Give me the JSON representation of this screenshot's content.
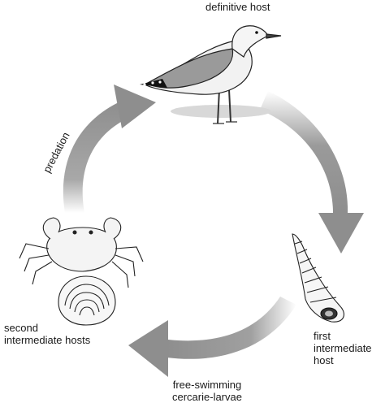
{
  "labels": {
    "definitive_host": "definitive host",
    "predation": "predation",
    "first_intermediate_host": [
      "first",
      "intermediate",
      "host"
    ],
    "second_intermediate_hosts": [
      "second",
      "intermediate hosts"
    ],
    "free_swimming": [
      "free-swimming",
      "cercarie-larvae"
    ]
  },
  "colors": {
    "arrow": "#8e8e8e",
    "arrow_light": "#ffffff",
    "ink": "#1a1a1a"
  },
  "illustrations": [
    "gull",
    "turret-snail",
    "crab",
    "clam"
  ]
}
